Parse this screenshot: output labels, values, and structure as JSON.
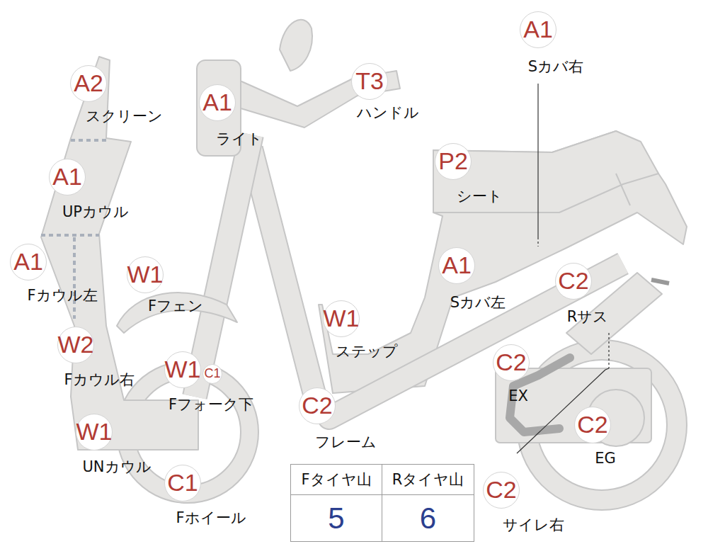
{
  "diagram": {
    "nodes": [
      {
        "text": [
          "A2",
          "スクリーン"
        ]
      },
      {
        "text": [
          "A1",
          "UPカウル"
        ]
      },
      {
        "text": [
          "A1",
          "Fカウル左"
        ]
      },
      {
        "text": [
          "W2",
          "Fカウル右"
        ]
      },
      {
        "text": [
          "W1",
          "UNカウル"
        ]
      },
      {
        "text": [
          "A1",
          "ライト"
        ]
      },
      {
        "text": [
          "T3",
          "ハンドル"
        ]
      },
      {
        "text": [
          "W1",
          "Fフェン"
        ]
      },
      {
        "text": [
          "W1",
          "Fフォーク下"
        ]
      },
      {
        "text": [
          "C1"
        ]
      },
      {
        "text": [
          "C1",
          "Fホイール"
        ]
      },
      {
        "text": [
          "A1",
          "Sカバ右"
        ]
      },
      {
        "text": [
          "P2",
          "シート"
        ]
      },
      {
        "text": [
          "A1",
          "Sカバ左"
        ]
      },
      {
        "text": [
          "C2",
          "Rサス"
        ]
      },
      {
        "text": [
          "W1",
          "ステップ"
        ]
      },
      {
        "text": [
          "C2",
          "EX"
        ]
      },
      {
        "text": [
          "C2",
          "フレーム"
        ]
      },
      {
        "text": [
          "C2",
          "EG"
        ]
      },
      {
        "text": [
          "C2",
          "サイレ右"
        ]
      }
    ],
    "edges": [],
    "labels": [
      "Fタイヤ山",
      "Rタイヤ山",
      "5",
      "6"
    ]
  }
}
